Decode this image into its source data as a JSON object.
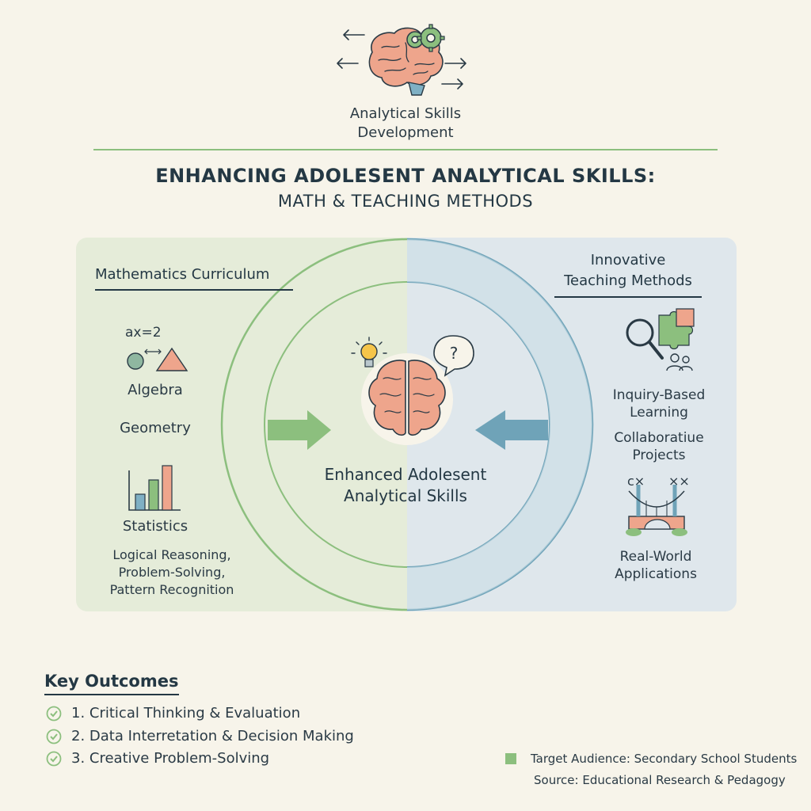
{
  "header": {
    "logo_label_line1": "Analytical Skills",
    "logo_label_line2": "Development",
    "title": "ENHANCING ADOLESENT ANALYTICAL SKILLS:",
    "subtitle": "MATH & TEACHING METHODS"
  },
  "left": {
    "heading": "Mathematics Curriculum",
    "formula": "ax=2",
    "items": [
      "Algebra",
      "Geometry",
      "Statistics"
    ],
    "skills": [
      "Logical Reasoning,",
      "Problem-Solving,",
      "Pattern Recognition"
    ]
  },
  "right": {
    "heading_line1": "Innovative",
    "heading_line2": "Teaching Methods",
    "items": [
      {
        "line1": "Inquiry-Based",
        "line2": "Learning"
      },
      {
        "line1": "Collaboratiue",
        "line2": "Projects"
      },
      {
        "line1": "Real-World",
        "line2": "Applications"
      }
    ],
    "formula_left": "c×",
    "formula_right": "××"
  },
  "center": {
    "label_line1": "Enhanced Adolesent",
    "label_line2": "Analytical Skills",
    "question_mark": "?"
  },
  "outcomes": {
    "heading": "Key Outcomes",
    "items": [
      "1. Critical Thinking & Evaluation",
      "2. Data Interretation & Decision Making",
      "3. Creative Problem-Solving"
    ]
  },
  "footer": {
    "audience": "Target Audience: Secondary School Students",
    "source": "Source: Educational Research & Pedagogy"
  },
  "colors": {
    "background": "#f7f4ea",
    "green": "#8cbf7e",
    "blue": "#6fa3b8",
    "brain": "#eea58c",
    "text": "#243844"
  },
  "icons": [
    "brain-gears-icon",
    "lightbulb-icon",
    "question-bubble-icon",
    "magnifier-icon",
    "puzzle-icon",
    "people-icon",
    "bridge-icon",
    "bar-chart-icon",
    "check-icon"
  ]
}
